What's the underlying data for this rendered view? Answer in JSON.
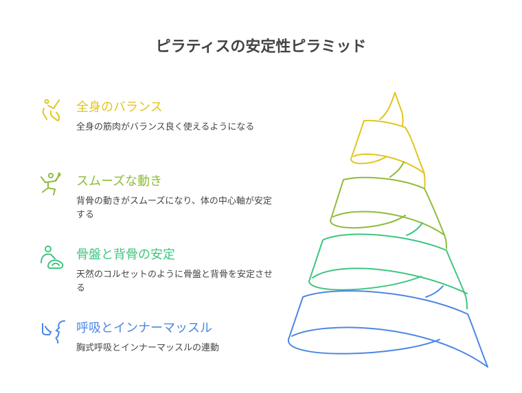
{
  "title": "ピラティスの安定性ピラミッド",
  "colors": {
    "yellow": "#E2C51C",
    "lime": "#8DBB3A",
    "green": "#3DC57F",
    "blue": "#4A86E4"
  },
  "items": [
    {
      "heading": "全身のバランス",
      "description": "全身の筋肉がバランス良く使えるようになる",
      "icon": "balance-figure-icon"
    },
    {
      "heading": "スムーズな動き",
      "description": "背骨の動きがスムーズになり、体の中心軸が安定する",
      "icon": "moving-figure-icon"
    },
    {
      "heading": "骨盤と背骨の安定",
      "description": "天然のコルセットのように骨盤と背骨を安定させる",
      "icon": "exercise-ball-icon"
    },
    {
      "heading": "呼吸とインナーマッスル",
      "description": "胸式呼吸とインナーマッスルの連動",
      "icon": "breathing-face-icon"
    }
  ]
}
